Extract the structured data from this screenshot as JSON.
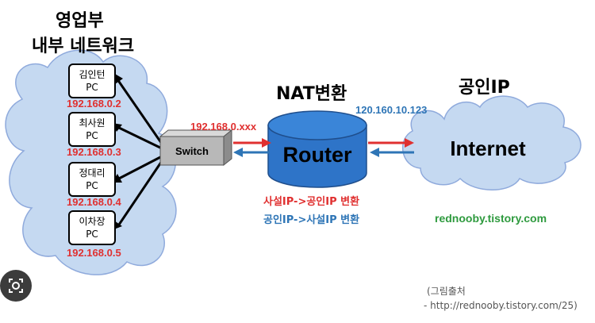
{
  "titles": {
    "dept_line1": "영업부",
    "dept_line2": "내부 네트워크",
    "nat": "NAT변환",
    "public_ip": "공인IP"
  },
  "pcs": [
    {
      "name": "김인턴",
      "type": "PC",
      "ip": "192.168.0.2"
    },
    {
      "name": "최사원",
      "type": "PC",
      "ip": "192.168.0.3"
    },
    {
      "name": "정대리",
      "type": "PC",
      "ip": "192.168.0.4"
    },
    {
      "name": "이차장",
      "type": "PC",
      "ip": "192.168.0.5"
    }
  ],
  "switch_label": "Switch",
  "router_label": "Router",
  "internet_label": "Internet",
  "private_range": "192.168.0.xxx",
  "public_addr": "120.160.10.123",
  "conversion": {
    "to_public": "사설IP->공인IP 변환",
    "to_private": "공인IP->사설IP 변환"
  },
  "site": "rednooby.tistory.com",
  "credit": {
    "line1": "(그림출처",
    "line2": "- http://rednooby.tistory.com/25)"
  },
  "colors": {
    "cloud_fill": "#c5d9f1",
    "router_fill": "#2e74c8",
    "red": "#e03030",
    "blue": "#2e75b6",
    "green": "#2e9a3e"
  },
  "icons": {
    "lens": "lens-search-icon"
  }
}
